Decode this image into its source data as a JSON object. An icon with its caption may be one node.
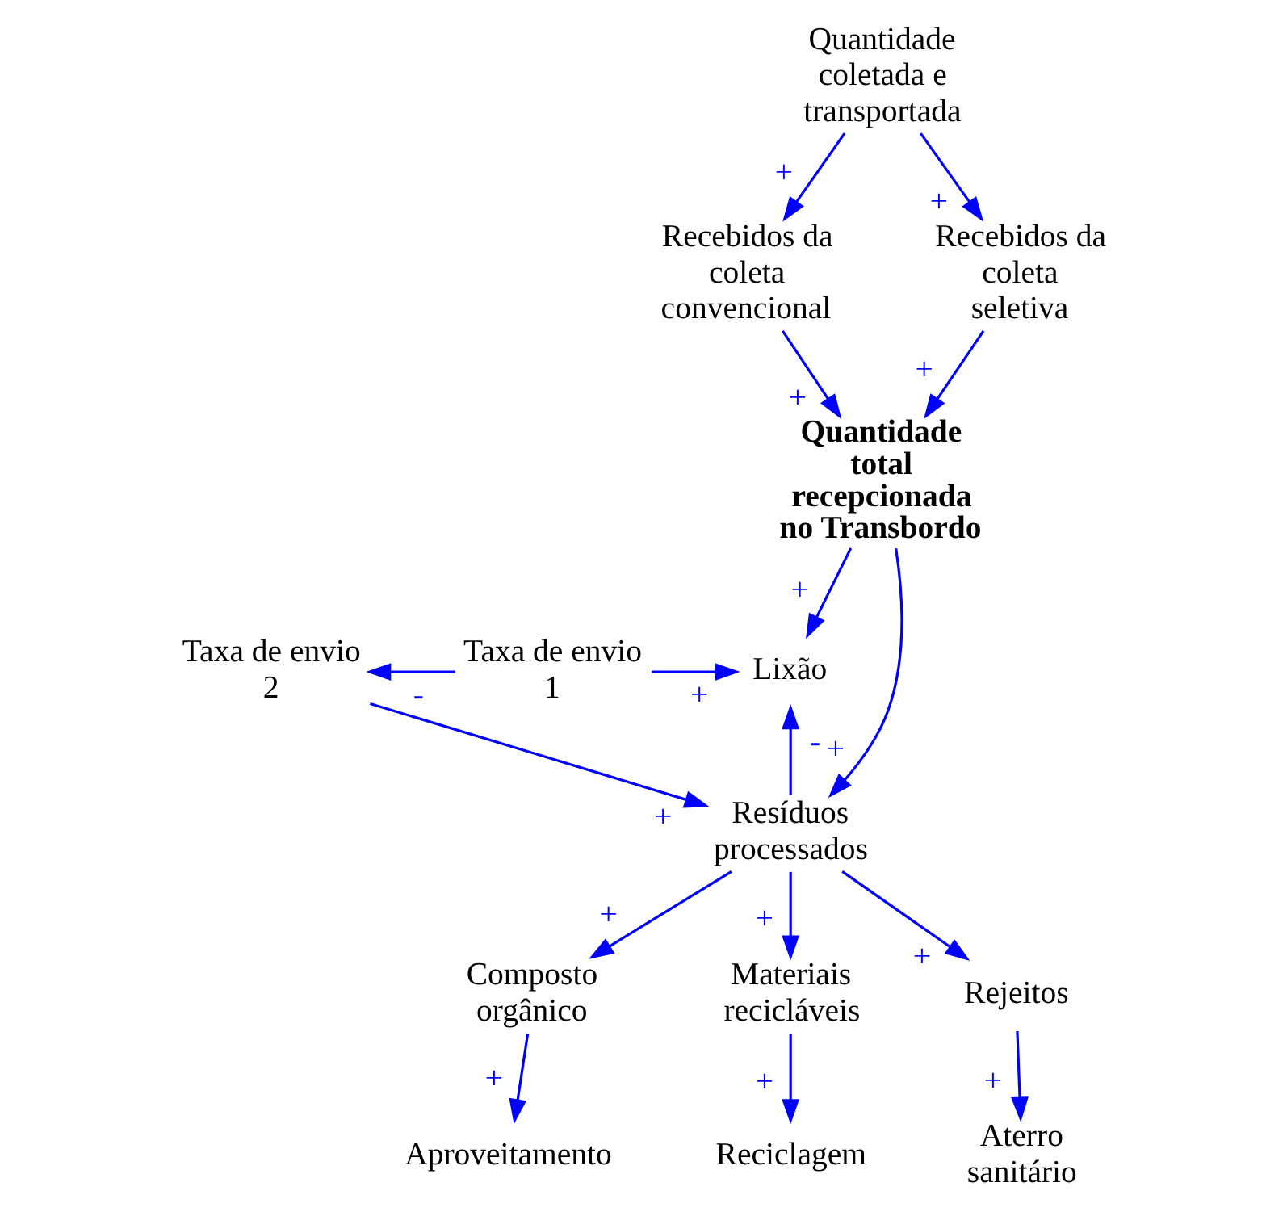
{
  "diagram": {
    "nodes": [
      {
        "text": [
          "Quantidade coletada e transportada"
        ]
      },
      {
        "text": [
          "Recebidos da coleta convencional"
        ]
      },
      {
        "text": [
          "Recebidos da coleta seletiva"
        ]
      },
      {
        "text": [
          "Quantidade total recepcionada no Transbordo"
        ]
      },
      {
        "text": [
          "Taxa de envio 2"
        ]
      },
      {
        "text": [
          "Taxa de envio 1"
        ]
      },
      {
        "text": [
          "Lixão"
        ]
      },
      {
        "text": [
          "Resíduos processados"
        ]
      },
      {
        "text": [
          "Composto orgânico"
        ]
      },
      {
        "text": [
          "Materiais recicláveis"
        ]
      },
      {
        "text": [
          "Rejeitos"
        ]
      },
      {
        "text": [
          "Aproveitamento"
        ]
      },
      {
        "text": [
          "Reciclagem"
        ]
      },
      {
        "text": [
          "Aterro sanitário"
        ]
      }
    ],
    "edges": [
      {
        "from": 0,
        "to": 1,
        "arrow": "to",
        "label": "+"
      },
      {
        "from": 0,
        "to": 2,
        "arrow": "to",
        "label": "+"
      },
      {
        "from": 1,
        "to": 3,
        "arrow": "to",
        "label": "+"
      },
      {
        "from": 2,
        "to": 3,
        "arrow": "to",
        "label": "+"
      },
      {
        "from": 3,
        "to": 6,
        "arrow": "to",
        "label": "+"
      },
      {
        "from": 3,
        "to": 7,
        "arrow": "to",
        "label": "+"
      },
      {
        "from": 5,
        "to": 4,
        "arrow": "to",
        "label": "-"
      },
      {
        "from": 5,
        "to": 6,
        "arrow": "to",
        "label": "+"
      },
      {
        "from": 4,
        "to": 7,
        "arrow": "to",
        "label": "+"
      },
      {
        "from": 7,
        "to": 6,
        "arrow": "to",
        "label": "-"
      },
      {
        "from": 7,
        "to": 8,
        "arrow": "to",
        "label": "+"
      },
      {
        "from": 7,
        "to": 9,
        "arrow": "to",
        "label": "+"
      },
      {
        "from": 7,
        "to": 10,
        "arrow": "to",
        "label": "+"
      },
      {
        "from": 8,
        "to": 11,
        "arrow": "to",
        "label": "+"
      },
      {
        "from": 9,
        "to": 12,
        "arrow": "to",
        "label": "+"
      },
      {
        "from": 10,
        "to": 13,
        "arrow": "to",
        "label": "+"
      }
    ]
  }
}
